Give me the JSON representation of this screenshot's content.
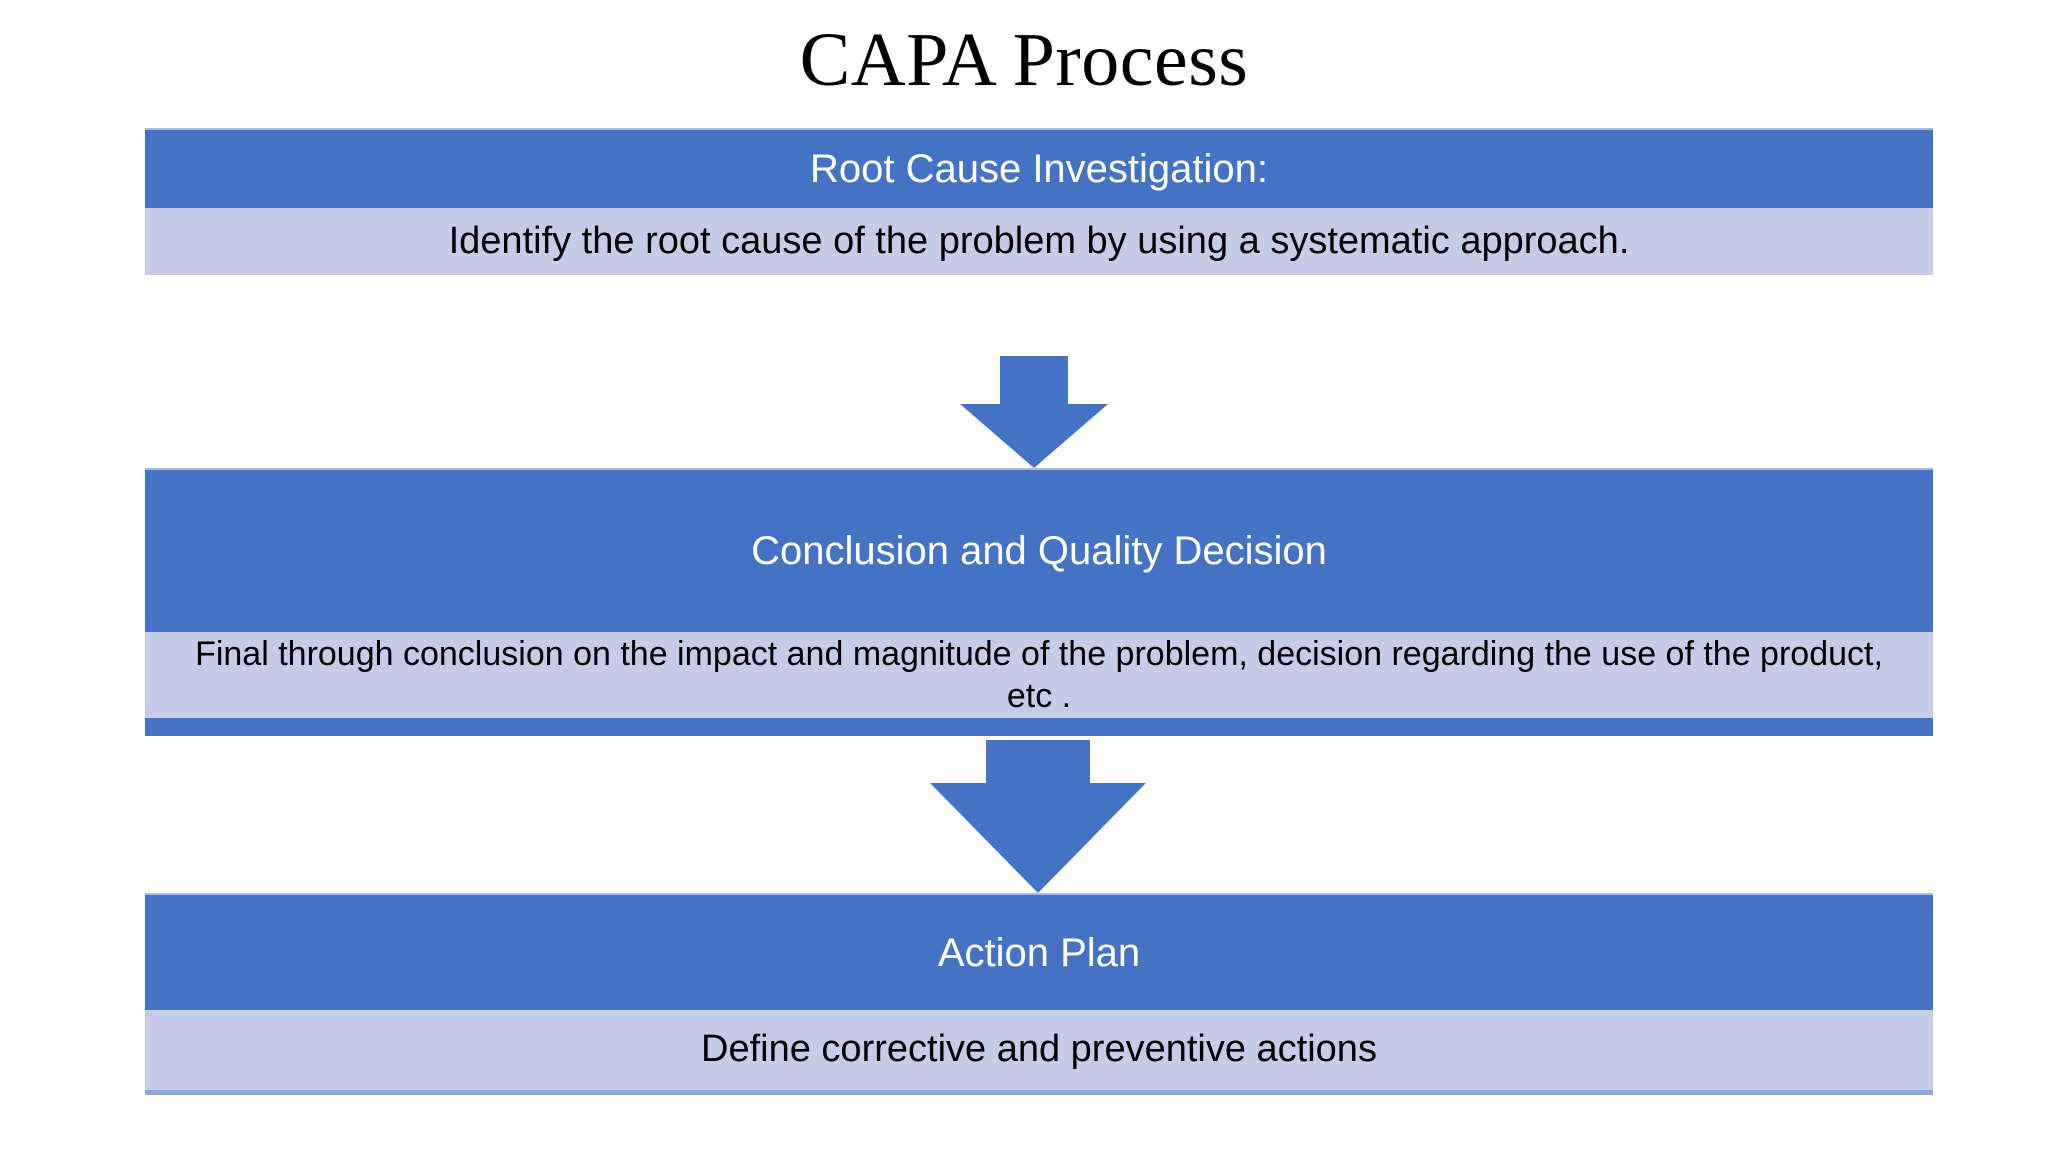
{
  "slide": {
    "title": "CAPA Process",
    "background_color": "#FFFFFF"
  },
  "theme": {
    "header_fill": "#4472C4",
    "body_fill": "#C5CCE8",
    "header_text_color": "#FFFFFF",
    "body_text_color": "#000000",
    "arrow_fill": "#4472C4",
    "header_top_border": "#A9BDE4"
  },
  "flow": {
    "direction": "top-to-bottom",
    "stages": [
      {
        "id": "root-cause-investigation",
        "header": "Root Cause Investigation:",
        "body": "Identify the root cause of the problem by using a systematic approach."
      },
      {
        "id": "conclusion-and-quality-decision",
        "header": "Conclusion and Quality Decision",
        "body": "Final through conclusion on the impact and magnitude of the problem, decision regarding the use of the product, etc ."
      },
      {
        "id": "action-plan",
        "header": "Action Plan",
        "body": "Define corrective and preventive actions"
      }
    ],
    "connectors": [
      {
        "id": "connector-1",
        "icon": "arrow-down-icon",
        "from": "root-cause-investigation",
        "to": "conclusion-and-quality-decision"
      },
      {
        "id": "connector-2",
        "icon": "arrow-down-icon",
        "from": "conclusion-and-quality-decision",
        "to": "action-plan"
      }
    ]
  }
}
